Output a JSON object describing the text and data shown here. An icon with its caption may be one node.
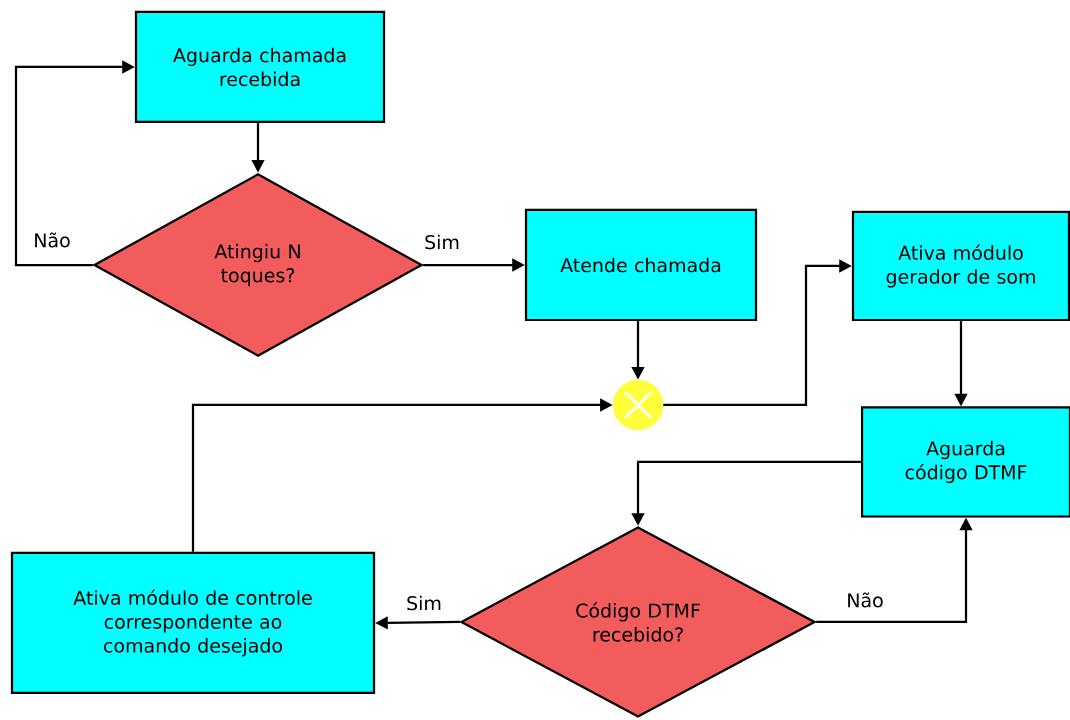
{
  "diagram": {
    "nodes": [
      {
        "text": [
          "Aguarda chamada recebida"
        ]
      },
      {
        "text": [
          "Atingiu N toques?"
        ]
      },
      {
        "text": [
          "Atende chamada"
        ]
      },
      {
        "text": [],
        "shape": "circle"
      },
      {
        "text": [
          "Ativa módulo gerador de som"
        ]
      },
      {
        "text": [
          "Aguarda código DTMF"
        ]
      },
      {
        "text": [
          "Código DTMF recebido?"
        ]
      },
      {
        "text": [
          "Ativa módulo de controle correspondente ao comando desejado"
        ]
      }
    ],
    "edges": [
      {
        "from": 0,
        "to": 1,
        "arrow": "to"
      },
      {
        "from": 1,
        "to": 0,
        "arrow": "to",
        "label": "Não"
      },
      {
        "from": 1,
        "to": 2,
        "arrow": "to",
        "label": "Sim"
      },
      {
        "from": 2,
        "to": 3,
        "arrow": "to"
      },
      {
        "from": 3,
        "to": 4,
        "arrow": "to"
      },
      {
        "from": 4,
        "to": 5,
        "arrow": "to"
      },
      {
        "from": 5,
        "to": 6,
        "arrow": "to"
      },
      {
        "from": 6,
        "to": 7,
        "arrow": "to",
        "label": "Sim"
      },
      {
        "from": 6,
        "to": 5,
        "arrow": "to",
        "label": "Não"
      },
      {
        "from": 7,
        "to": 3,
        "arrow": "to"
      }
    ]
  }
}
